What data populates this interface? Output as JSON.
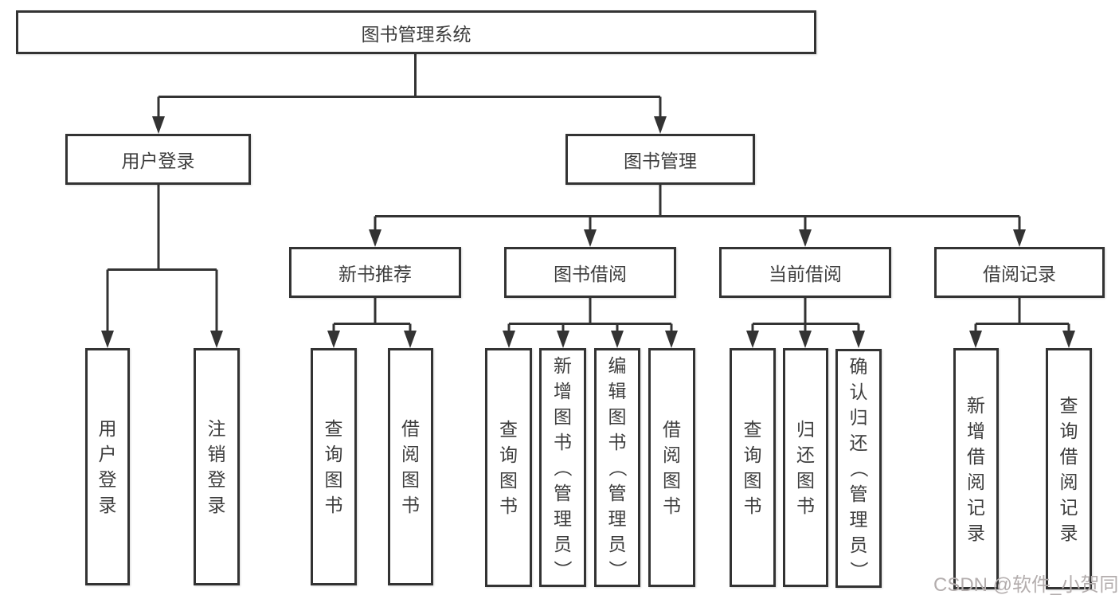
{
  "diagram": {
    "root": "图书管理系统",
    "user_login": {
      "label": "用户登录",
      "children": [
        "用户登录",
        "注销登录"
      ]
    },
    "book_management": {
      "label": "图书管理",
      "new_book_recommend": {
        "label": "新书推荐",
        "children": [
          "查询图书",
          "借阅图书"
        ]
      },
      "book_borrow": {
        "label": "图书借阅",
        "children": [
          "查询图书",
          "新增图书（管理员）",
          "编辑图书（管理员）",
          "借阅图书"
        ]
      },
      "current_borrow": {
        "label": "当前借阅",
        "children": [
          "查询图书",
          "归还图书",
          "确认归还（管理员）"
        ]
      },
      "borrow_records": {
        "label": "借阅记录",
        "children": [
          "新增借阅记录",
          "查询借阅记录"
        ]
      }
    }
  },
  "watermark": "CSDN @软件_小贺同学",
  "colors": {
    "line": "#333333",
    "text": "#3d3d3d",
    "box_background": "#ffffff",
    "watermark": "#b3adad",
    "page_background": "#ffffff"
  }
}
